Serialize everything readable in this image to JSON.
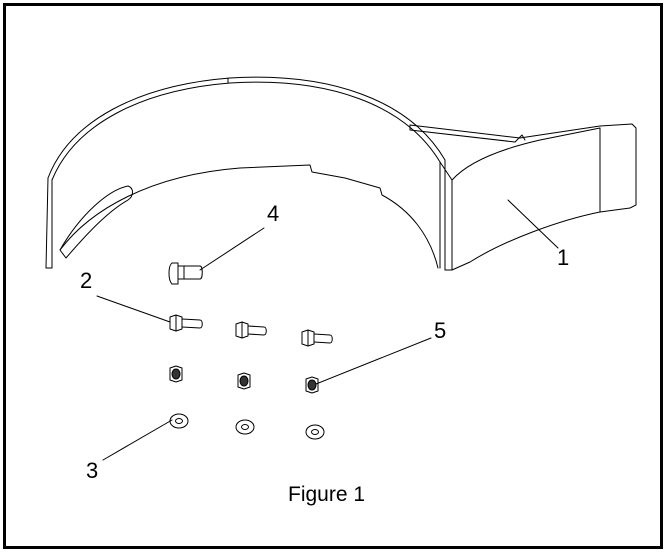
{
  "figure": {
    "caption": "Figure 1",
    "callouts": [
      {
        "id": "callout-1",
        "label": "1"
      },
      {
        "id": "callout-2",
        "label": "2"
      },
      {
        "id": "callout-3",
        "label": "3"
      },
      {
        "id": "callout-4",
        "label": "4"
      },
      {
        "id": "callout-5",
        "label": "5"
      }
    ]
  }
}
